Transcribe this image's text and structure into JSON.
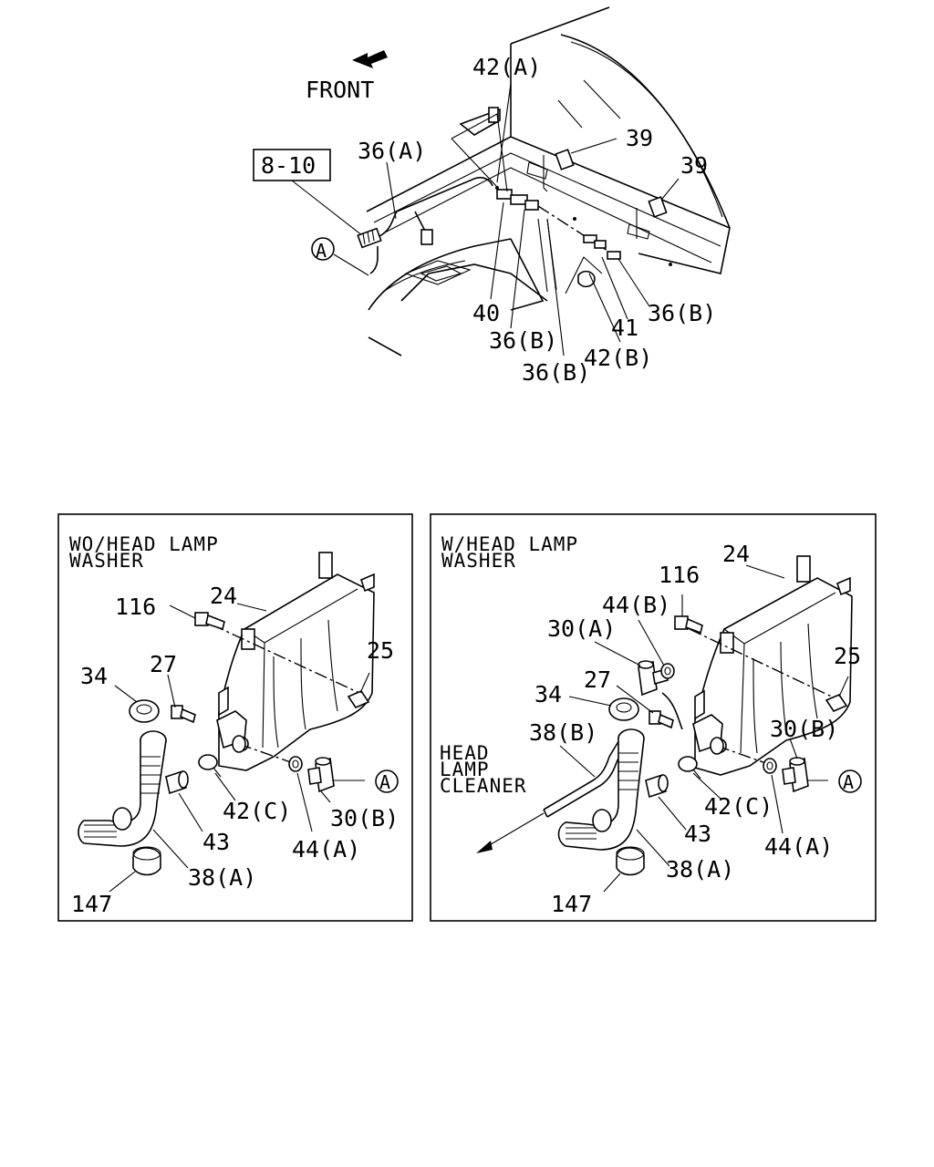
{
  "top": {
    "front_label": "FRONT",
    "ref_box": "8-10",
    "callout_a": "A",
    "labels": {
      "l42a": "42(A)",
      "l39a": "39",
      "l39b": "39",
      "l36a": "36(A)",
      "l40": "40",
      "l36b1": "36(B)",
      "l36b2": "36(B)",
      "l36b3": "36(B)",
      "l41": "41",
      "l42b": "42(B)"
    }
  },
  "left_panel": {
    "title_line1": "WO/HEAD LAMP",
    "title_line2": "WASHER",
    "callout_a": "A",
    "labels": {
      "l24": "24",
      "l116": "116",
      "l25": "25",
      "l34": "34",
      "l27": "27",
      "l42c": "42(C)",
      "l43": "43",
      "l30b": "30(B)",
      "l44a": "44(A)",
      "l38a": "38(A)",
      "l147": "147"
    }
  },
  "right_panel": {
    "title_line1": "W/HEAD LAMP",
    "title_line2": "WASHER",
    "note_line1": "HEAD",
    "note_line2": "LAMP",
    "note_line3": "CLEANER",
    "callout_a": "A",
    "labels": {
      "l24": "24",
      "l116": "116",
      "l44b": "44(B)",
      "l30a": "30(A)",
      "l25": "25",
      "l27": "27",
      "l34": "34",
      "l38b": "38(B)",
      "l30b": "30(B)",
      "l42c": "42(C)",
      "l43": "43",
      "l44a": "44(A)",
      "l38a": "38(A)",
      "l147": "147"
    }
  }
}
